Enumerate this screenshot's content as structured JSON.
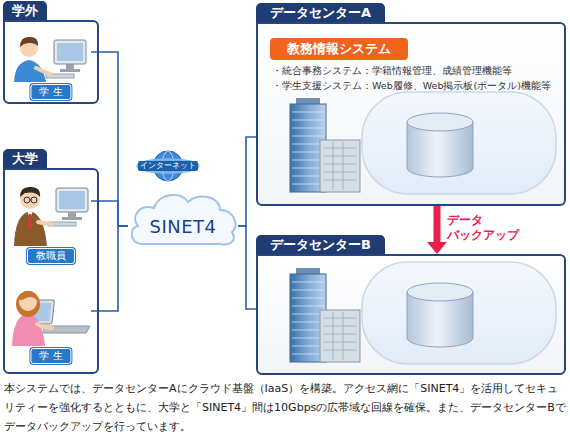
{
  "diagram": {
    "caption": "本システムでは、データセンターAにクラウド基盤（IaaS）を構築。アクセス網に「SINET4」を活用してセキュリティーを強化するとともに、大学と「SINET4」間は10Gbpsの広帯域な回線を確保。また、データセンターBでデータバックアップを行っています。",
    "nodes": [
      {
        "text": [
          "学外"
        ]
      },
      {
        "text": [
          "学 生"
        ],
        "in": 0
      },
      {
        "text": [
          "大学"
        ]
      },
      {
        "text": [
          "教職員"
        ],
        "in": 2
      },
      {
        "text": [
          "学 生"
        ],
        "in": 2
      },
      {
        "text": [
          "インターネット"
        ]
      },
      {
        "text": [
          "SINET4"
        ]
      },
      {
        "text": [
          "データセンターA"
        ]
      },
      {
        "text": [
          "教務情報システム"
        ],
        "in": 7
      },
      {
        "text": [
          "データセンターB"
        ]
      }
    ],
    "edges": [
      {
        "from": 1,
        "to": 6,
        "arrow": "none"
      },
      {
        "from": 3,
        "to": 6,
        "arrow": "none"
      },
      {
        "from": 4,
        "to": 6,
        "arrow": "none"
      },
      {
        "from": 6,
        "to": 7,
        "arrow": "none"
      },
      {
        "from": 6,
        "to": 9,
        "arrow": "none"
      },
      {
        "from": 7,
        "to": 9,
        "label": "データ バックアップ",
        "arrow": "to"
      }
    ],
    "labels": [
      "・統合事務システム：学籍情報管理、成績管理機能等",
      "・学生支援システム：Web履修、Web掲示板(ポータル)機能等"
    ]
  }
}
